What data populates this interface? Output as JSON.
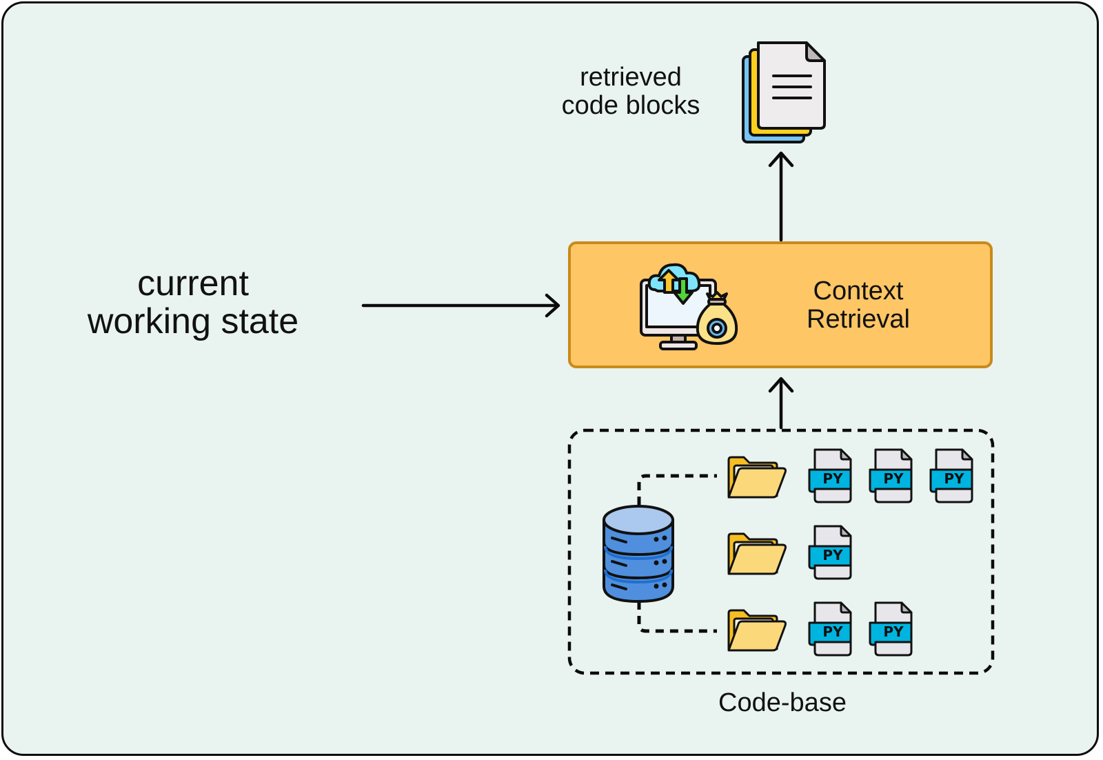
{
  "diagram": {
    "input_label": {
      "line1": "current",
      "line2": "working state"
    },
    "process_box": {
      "line1": "Context",
      "line2": "Retrieval",
      "fill": "#fec665",
      "border": "#c98a1a"
    },
    "output_label": {
      "line1": "retrieved",
      "line2": "code blocks"
    },
    "codebase_label": "Code-base",
    "codebase": {
      "database_icon": "database-icon",
      "rows": [
        {
          "folder": "folder-icon",
          "files": [
            "PY",
            "PY",
            "PY"
          ]
        },
        {
          "folder": "folder-icon",
          "files": [
            "PY"
          ]
        },
        {
          "folder": "folder-icon",
          "files": [
            "PY",
            "PY"
          ]
        }
      ]
    },
    "icons": {
      "process": "cloud-computer-settings-icon",
      "output": "stacked-documents-icon"
    },
    "edges": [
      {
        "from": "current working state",
        "to": "Context Retrieval",
        "style": "solid-arrow"
      },
      {
        "from": "Code-base",
        "to": "Context Retrieval",
        "style": "solid-arrow"
      },
      {
        "from": "Context Retrieval",
        "to": "retrieved code blocks",
        "style": "solid-arrow"
      }
    ],
    "colors": {
      "background": "#e9f3ef",
      "folder": "#fbd97a",
      "py_band": "#00b4e0",
      "database": "#4f8fde"
    }
  }
}
